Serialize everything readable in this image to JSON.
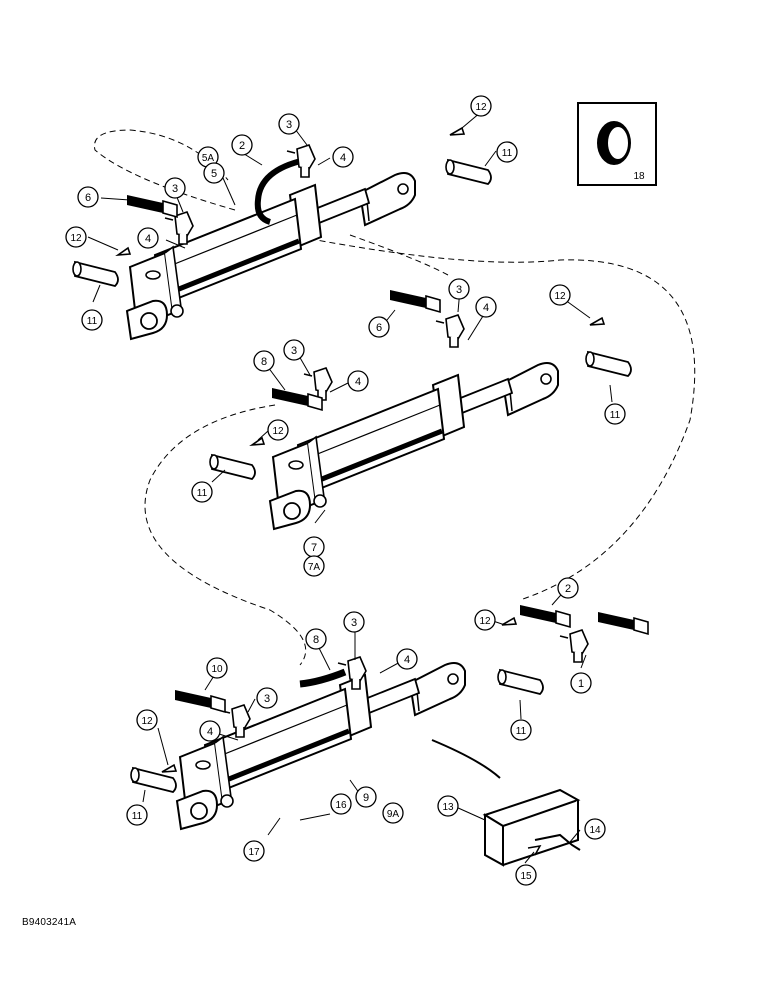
{
  "document_code": "B9403241A",
  "callouts": [
    {
      "label": "1"
    },
    {
      "label": "2"
    },
    {
      "label": "2"
    },
    {
      "label": "3"
    },
    {
      "label": "3"
    },
    {
      "label": "3"
    },
    {
      "label": "3"
    },
    {
      "label": "3"
    },
    {
      "label": "3"
    },
    {
      "label": "4"
    },
    {
      "label": "4"
    },
    {
      "label": "4"
    },
    {
      "label": "4"
    },
    {
      "label": "4"
    },
    {
      "label": "4"
    },
    {
      "label": "5A"
    },
    {
      "label": "5"
    },
    {
      "label": "6"
    },
    {
      "label": "6"
    },
    {
      "label": "7"
    },
    {
      "label": "7A"
    },
    {
      "label": "8"
    },
    {
      "label": "8"
    },
    {
      "label": "9"
    },
    {
      "label": "9A"
    },
    {
      "label": "10"
    },
    {
      "label": "11"
    },
    {
      "label": "11"
    },
    {
      "label": "11"
    },
    {
      "label": "11"
    },
    {
      "label": "11"
    },
    {
      "label": "11"
    },
    {
      "label": "12"
    },
    {
      "label": "12"
    },
    {
      "label": "12"
    },
    {
      "label": "12"
    },
    {
      "label": "12"
    },
    {
      "label": "12"
    },
    {
      "label": "13"
    },
    {
      "label": "14"
    },
    {
      "label": "15"
    },
    {
      "label": "16"
    },
    {
      "label": "17"
    },
    {
      "label": "18"
    }
  ]
}
